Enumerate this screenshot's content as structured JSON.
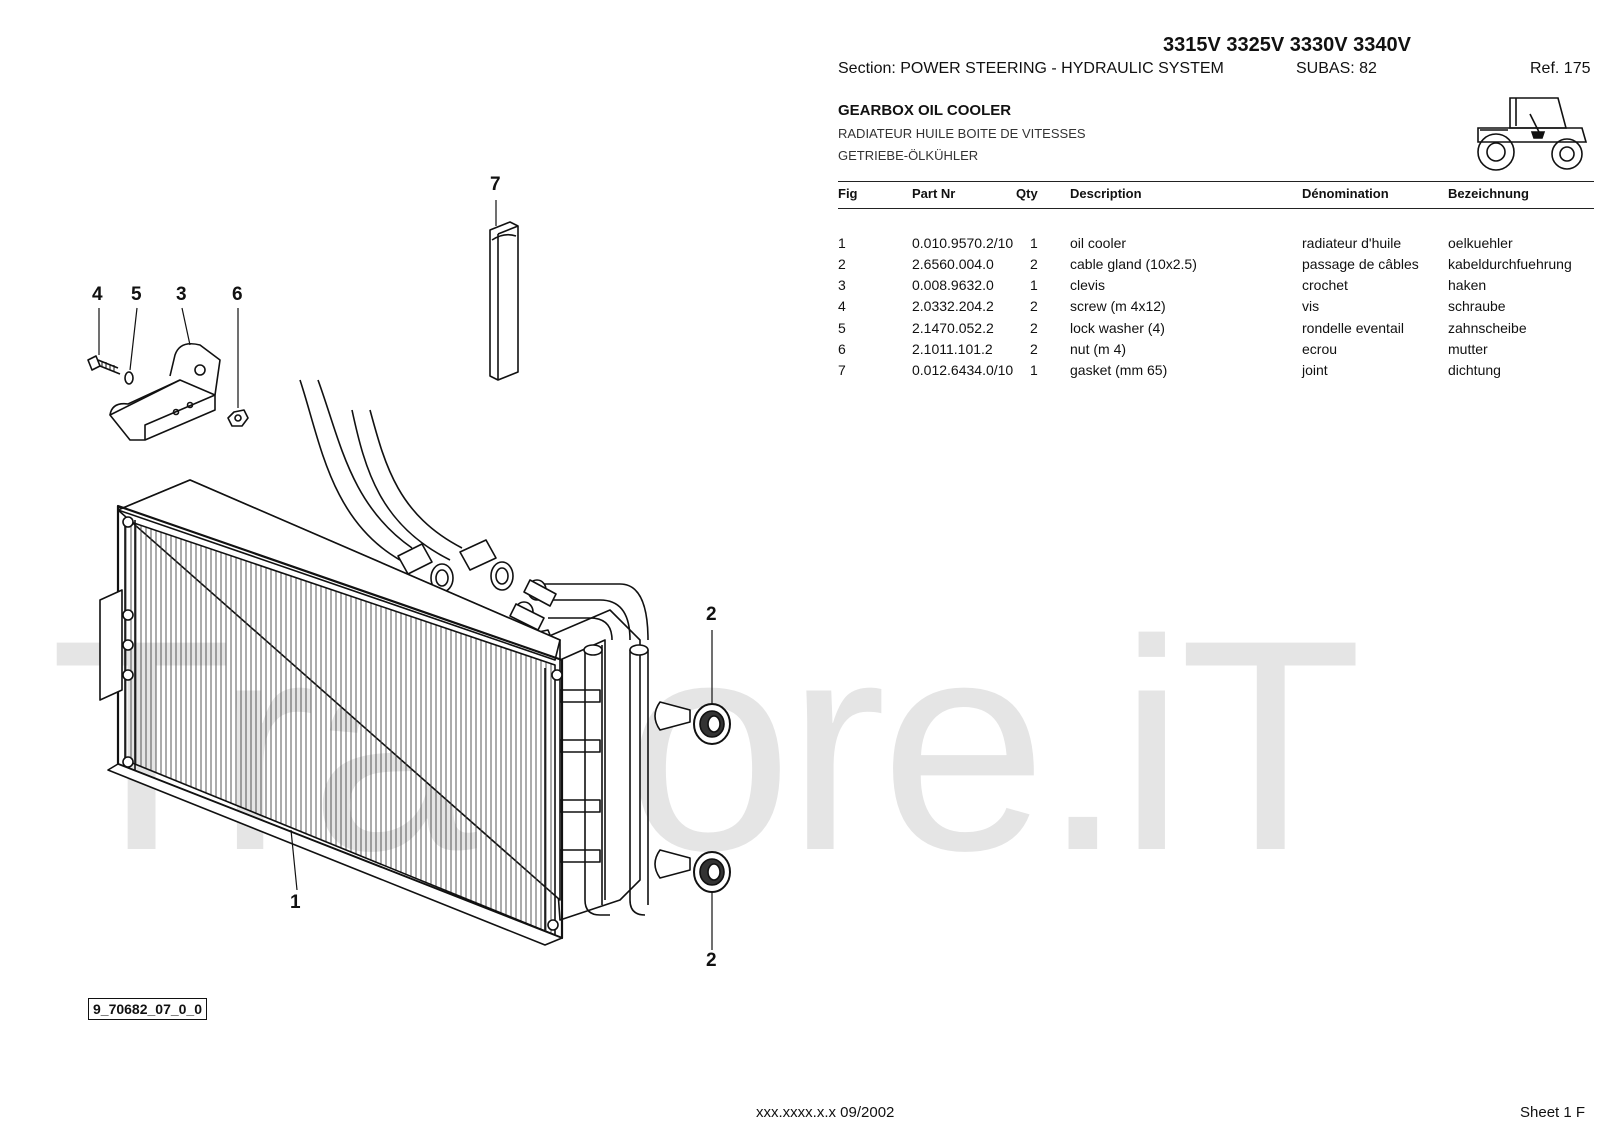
{
  "header": {
    "models": "3315V 3325V 3330V 3340V",
    "section": "Section: POWER STEERING - HYDRAULIC SYSTEM",
    "subas": "SUBAS: 82",
    "ref": "Ref. 175"
  },
  "titles": {
    "en": "GEARBOX OIL COOLER",
    "fr": "RADIATEUR HUILE BOITE DE VITESSES",
    "de": "GETRIEBE-ÖLKÜHLER"
  },
  "table": {
    "columns": [
      "Fig",
      "Part Nr",
      "Qty",
      "Description",
      "Dénomination",
      "Bezeichnung"
    ],
    "rows": [
      [
        "1",
        "0.010.9570.2/10",
        "1",
        "oil cooler",
        "radiateur d'huile",
        "oelkuehler"
      ],
      [
        "2",
        "2.6560.004.0",
        "2",
        "cable gland (10x2.5)",
        "passage de câbles",
        "kabeldurchfuehrung"
      ],
      [
        "3",
        "0.008.9632.0",
        "1",
        "clevis",
        "crochet",
        "haken"
      ],
      [
        "4",
        "2.0332.204.2",
        "2",
        "screw (m 4x12)",
        "vis",
        "schraube"
      ],
      [
        "5",
        "2.1470.052.2",
        "2",
        "lock washer (4)",
        "rondelle eventail",
        "zahnscheibe"
      ],
      [
        "6",
        "2.1011.101.2",
        "2",
        "nut (m 4)",
        "ecrou",
        "mutter"
      ],
      [
        "7",
        "0.012.6434.0/10",
        "1",
        "gasket (mm 65)",
        "joint",
        "dichtung"
      ]
    ]
  },
  "diagram": {
    "code": "9_70682_07_0_0",
    "callouts": [
      "7",
      "4",
      "5",
      "3",
      "6",
      "2",
      "2",
      "1"
    ]
  },
  "watermark": "Trattore.iT",
  "footer": {
    "code": "xxx.xxxx.x.x  09/2002",
    "sheet": "Sheet 1 F"
  },
  "icons": {
    "tractor": "tractor-icon"
  }
}
